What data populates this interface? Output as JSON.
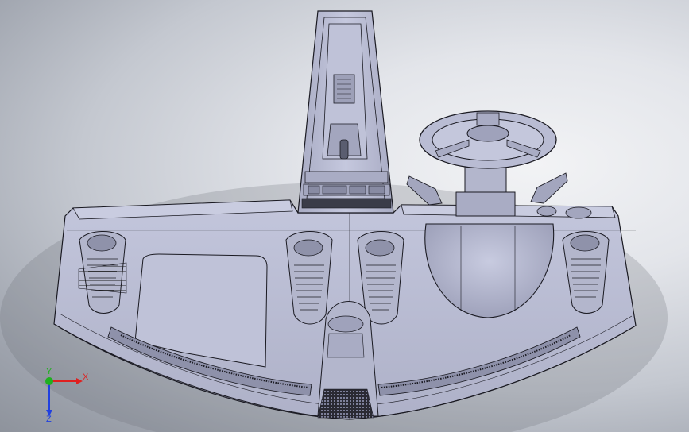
{
  "viewport": {
    "background_center": "#f2f3f5",
    "background_edge": "#8e939c",
    "model_fill": "#b9bcd3",
    "model_stroke": "#1a1a22"
  },
  "triad": {
    "x_label": "X",
    "y_label": "Y",
    "z_label": "Z",
    "x_color": "#e02020",
    "y_color": "#20b020",
    "z_color": "#2040e0"
  }
}
